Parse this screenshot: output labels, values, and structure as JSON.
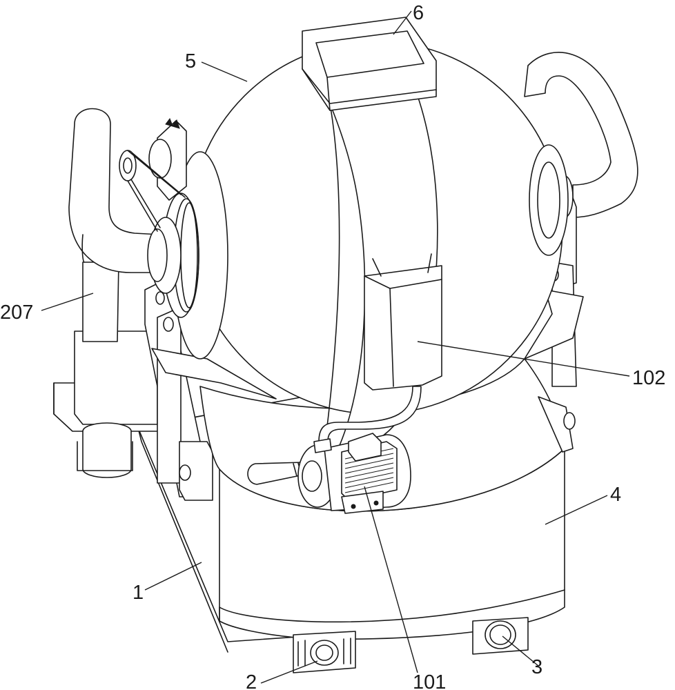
{
  "labels": {
    "l6": "6",
    "l5": "5",
    "l207": "207",
    "l102": "102",
    "l4": "4",
    "l1": "1",
    "l2": "2",
    "l101": "101",
    "l3": "3"
  }
}
